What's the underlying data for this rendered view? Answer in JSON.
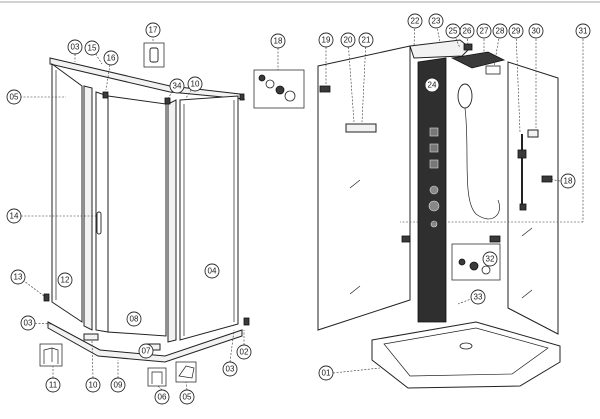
{
  "figure": {
    "type": "exploded-parts-diagram"
  },
  "part_labels": {
    "p01": "01",
    "p02": "02",
    "p03a": "03",
    "p03b": "03",
    "p03c": "03",
    "p04": "04",
    "p05a": "05",
    "p05b": "05",
    "p06": "06",
    "p07": "07",
    "p08": "08",
    "p09": "09",
    "p10a": "10",
    "p10b": "10",
    "p11": "11",
    "p12": "12",
    "p13": "13",
    "p14": "14",
    "p15": "15",
    "p16": "16",
    "p17": "17",
    "p18a": "18",
    "p18b": "18",
    "p19": "19",
    "p20": "20",
    "p21": "21",
    "p22": "22",
    "p23": "23",
    "p24": "24",
    "p25": "25",
    "p26": "26",
    "p27": "27",
    "p28": "28",
    "p29": "29",
    "p30": "30",
    "p31": "31",
    "p32": "32",
    "p33": "33",
    "p34": "34"
  }
}
